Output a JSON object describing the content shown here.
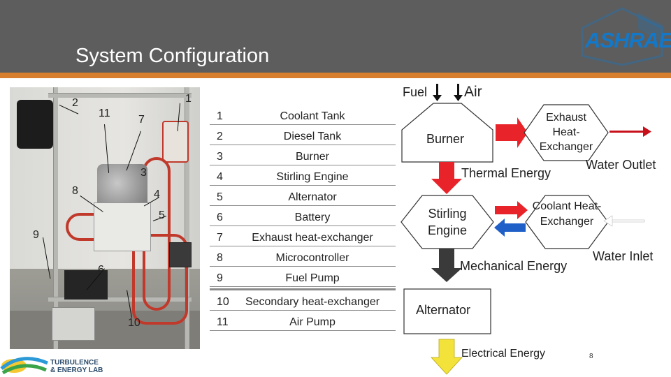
{
  "header": {
    "title": "System Configuration"
  },
  "logo": {
    "text": "ASHRAE"
  },
  "photo_labels": [
    "1",
    "2",
    "11",
    "7",
    "3",
    "8",
    "4",
    "5",
    "9",
    "6",
    "10"
  ],
  "components": [
    {
      "num": "1",
      "name": "Coolant Tank"
    },
    {
      "num": "2",
      "name": "Diesel Tank"
    },
    {
      "num": "3",
      "name": "Burner"
    },
    {
      "num": "4",
      "name": "Stirling Engine"
    },
    {
      "num": "5",
      "name": "Alternator"
    },
    {
      "num": "6",
      "name": "Battery"
    },
    {
      "num": "7",
      "name": "Exhaust heat-exchanger"
    },
    {
      "num": "8",
      "name": "Microcontroller"
    },
    {
      "num": "9",
      "name": "Fuel Pump"
    },
    {
      "num": "10",
      "name": "Secondary heat-exchanger"
    },
    {
      "num": "11",
      "name": "Air Pump"
    }
  ],
  "flow": {
    "fuel": "Fuel",
    "air": "Air",
    "burner": "Burner",
    "exhaust_hx": "Exhaust Heat-Exchanger",
    "water_outlet": "Water Outlet",
    "thermal_energy": "Thermal Energy",
    "stirling_engine": "Stirling Engine",
    "coolant_hx": "Coolant Heat-Exchanger",
    "water_inlet": "Water Inlet",
    "mechanical_energy": "Mechanical Energy",
    "alternator": "Alternator",
    "electrical_energy": "Electrical Energy"
  },
  "colors": {
    "header_bg": "#5d5d5d",
    "accent_stripe": "#d77f2c",
    "hot_arrow": "#e8232a",
    "cold_arrow": "#1f5fc8",
    "mechanical_arrow": "#3a3a3a",
    "electrical_arrow": "#f3e23a"
  },
  "footer": {
    "logo_line1": "TURBULENCE",
    "logo_line2": "& ENERGY LAB",
    "page_number": "8"
  }
}
